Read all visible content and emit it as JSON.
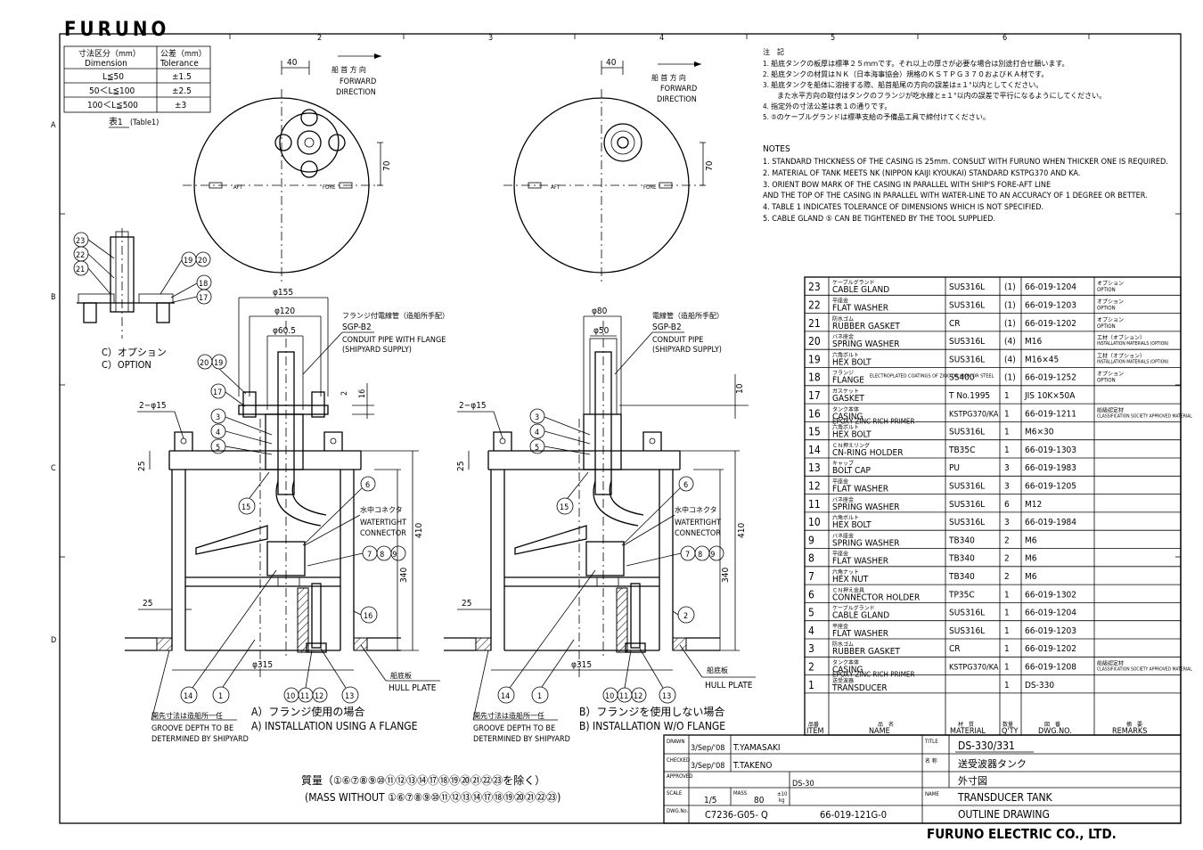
{
  "brand": {
    "logo": "FURUNO",
    "footer": "FURUNO ELECTRIC CO., LTD."
  },
  "grid": {
    "cols": [
      "2",
      "3",
      "4",
      "5",
      "6"
    ],
    "rows": [
      "A",
      "B",
      "C",
      "D"
    ]
  },
  "table1": {
    "head_ja": [
      "寸法区分（mm）",
      "公差（mm）"
    ],
    "head_en": [
      "Dimension",
      "Tolerance"
    ],
    "rows": [
      [
        "L≦50",
        "±1.5"
      ],
      [
        "50＜L≦100",
        "±2.5"
      ],
      [
        "100＜L≦500",
        "±3"
      ]
    ],
    "caption_ja": "表1",
    "caption_en": "(Table1)"
  },
  "top_view": {
    "forward_ja": "船 首 方 向",
    "forward_en1": "FORWARD",
    "forward_en2": "DIRECTION",
    "dim_40": "40",
    "dim_70": "70",
    "aft": "AFT",
    "fore": "FORE"
  },
  "option_detail": {
    "title_ja": "C）オプション",
    "title_en": "C）OPTION",
    "balloons": [
      "23",
      "22",
      "21",
      "19",
      "20",
      "18",
      "17"
    ]
  },
  "view_a": {
    "dims": [
      "φ155",
      "φ120",
      "φ60.5",
      "2",
      "16",
      "410",
      "340",
      "25",
      "25",
      "φ315",
      "2−φ15"
    ],
    "conduit_ja": "フランジ付電線管（造船所手配）",
    "conduit_code": "SGP-B2",
    "conduit_en1": "CONDUIT PIPE WITH FLANGE",
    "conduit_en2": "(SHIPYARD SUPPLY)",
    "connector_ja": "水中コネクタ",
    "connector_en1": "WATERTIGHT",
    "connector_en2": "CONNECTOR",
    "hull_ja": "船底板",
    "hull_en": "HULL PLATE",
    "groove_ja": "開先寸法は造船所一任",
    "groove_en1": "GROOVE DEPTH TO BE",
    "groove_en2": "DETERMINED BY SHIPYARD",
    "caption_ja": "A）フランジ使用の場合",
    "caption_en": "A) INSTALLATION USING A FLANGE",
    "balloons_top": [
      "20",
      "19",
      "17",
      "3",
      "4",
      "5",
      "15",
      "6",
      "789",
      "16"
    ],
    "balloons_bottom": [
      "14",
      "1",
      "10",
      "11",
      "12",
      "13"
    ]
  },
  "view_b": {
    "dims": [
      "φ80",
      "φ50",
      "10",
      "410",
      "340",
      "25",
      "25",
      "φ315",
      "2−φ15"
    ],
    "conduit_ja": "電線管（造船所手配）",
    "conduit_code": "SGP-B2",
    "conduit_en1": "CONDUIT PIPE",
    "conduit_en2": "(SHIPYARD SUPPLY)",
    "caption_ja": "B）フランジを使用しない場合",
    "caption_en": "B) INSTALLATION W/O FLANGE"
  },
  "mass_note": {
    "ja": "質量（①⑥⑦⑧⑨⑩⑪⑫⑬⑭⑰⑱⑲⑳㉑㉒㉓を除く）",
    "en": "(MASS WITHOUT ①⑥⑦⑧⑨⑩⑪⑫⑬⑭⑰⑱⑲⑳㉑㉒㉓)"
  },
  "notes_ja": {
    "title": "注　記",
    "items": [
      "1.  船底タンクの板厚は標準２５ｍｍです。それ以上の厚さが必要な場合は別途打合せ願います。",
      "2.  船底タンクの材質はＮＫ（日本海事協会）規格のＫＳＴＰＧ３７０およびＫＡ材です。",
      "3.  船底タンクを船体に溶接する際、船首船尾の方向の誤差は±１°以内としてください。",
      "　　また水平方向の取付はタンクのフランジが吃水線と±１°以内の誤差で平行になるようにしてください。",
      "4.  指定外の寸法公差は表１の通りです。",
      "5.  ⑤のケーブルグランドは標準支給の予備品工具で締付けてください。"
    ]
  },
  "notes_en": {
    "title": "NOTES",
    "items": [
      "1.  STANDARD THICKNESS OF THE CASING IS 25mm. CONSULT WITH FURUNO WHEN THICKER ONE IS REQUIRED.",
      "2.  MATERIAL OF TANK MEETS NK (NIPPON KAIJI KYOUKAI) STANDARD KSTPG370 AND KA.",
      "3.  ORIENT BOW  MARK OF THE CASING IN PARALLEL WITH SHIP'S FORE-AFT LINE",
      "     AND THE TOP OF THE CASING IN PARALLEL WITH WATER-LINE TO AN ACCURACY OF 1 DEGREE OR BETTER.",
      "4.  TABLE 1 INDICATES TOLERANCE OF DIMENSIONS WHICH IS NOT SPECIFIED.",
      "5.  CABLE GLAND ⑤ CAN BE TIGHTENED BY THE TOOL SUPPLIED."
    ]
  },
  "parts": [
    {
      "no": "23",
      "ja": "ケーブルグランド",
      "en": "CABLE GLAND",
      "mat": "SUS316L",
      "qty": "(1)",
      "dwg": "66-019-1204",
      "rem_ja": "オプション",
      "rem_en": "OPTION"
    },
    {
      "no": "22",
      "ja": "平座金",
      "en": "FLAT WASHER",
      "mat": "SUS316L",
      "qty": "(1)",
      "dwg": "66-019-1203",
      "rem_ja": "オプション",
      "rem_en": "OPTION"
    },
    {
      "no": "21",
      "ja": "防水ゴム",
      "en": "RUBBER GASKET",
      "mat": "CR",
      "qty": "(1)",
      "dwg": "66-019-1202",
      "rem_ja": "オプション",
      "rem_en": "OPTION"
    },
    {
      "no": "20",
      "ja": "バネ座金",
      "en": "SPRING WASHER",
      "mat": "SUS316L",
      "qty": "(4)",
      "dwg": "M16",
      "rem_ja": "工材（オプション）",
      "rem_en": "INSTALLATION MATERIALS (OPTION)"
    },
    {
      "no": "19",
      "ja": "六角ボルト",
      "en": "HEX BOLT",
      "mat": "SUS316L",
      "qty": "(4)",
      "dwg": "M16×45",
      "rem_ja": "工材（オプション）",
      "rem_en": "INSTALLATION MATERIALS (OPTION)"
    },
    {
      "no": "18",
      "ja": "フランジ",
      "en": "FLANGE",
      "en2": "ELECTROPLATED COATINGS OF ZINC ON IRON OR STEEL",
      "mat": "SS400",
      "qty": "(1)",
      "dwg": "66-019-1252",
      "rem_ja": "オプション",
      "rem_en": "OPTION"
    },
    {
      "no": "17",
      "ja": "ガスケット",
      "en": "GASKET",
      "mat": "T No.1995",
      "qty": "1",
      "dwg": "JIS 10K×50A",
      "rem_ja": "",
      "rem_en": ""
    },
    {
      "no": "16",
      "ja": "タンク本体",
      "en": "CASING",
      "en2": "EPOXY ZINC RICH PRIMER",
      "mat": "KSTPG370/KA",
      "qty": "1",
      "dwg": "66-019-1211",
      "rem_ja": "船級認定材",
      "rem_en": "CLASSIFICATION SOCIETY APPROVED MATERIAL"
    },
    {
      "no": "15",
      "ja": "六角ボルト",
      "en": "HEX BOLT",
      "mat": "SUS316L",
      "qty": "1",
      "dwg": "M6×30",
      "rem_ja": "",
      "rem_en": ""
    },
    {
      "no": "14",
      "ja": "ＣＮ押えリング",
      "en": "CN-RING HOLDER",
      "mat": "TB35C",
      "qty": "1",
      "dwg": "66-019-1303",
      "rem_ja": "",
      "rem_en": ""
    },
    {
      "no": "13",
      "ja": "キャップ",
      "en": "BOLT CAP",
      "mat": "PU",
      "qty": "3",
      "dwg": "66-019-1983",
      "rem_ja": "",
      "rem_en": ""
    },
    {
      "no": "12",
      "ja": "平座金",
      "en": "FLAT WASHER",
      "mat": "SUS316L",
      "qty": "3",
      "dwg": "66-019-1205",
      "rem_ja": "",
      "rem_en": ""
    },
    {
      "no": "11",
      "ja": "バネ座金",
      "en": "SPRING WASHER",
      "mat": "SUS316L",
      "qty": "6",
      "dwg": "M12",
      "rem_ja": "",
      "rem_en": ""
    },
    {
      "no": "10",
      "ja": "六角ボルト",
      "en": "HEX BOLT",
      "mat": "SUS316L",
      "qty": "3",
      "dwg": "66-019-1984",
      "rem_ja": "",
      "rem_en": ""
    },
    {
      "no": "9",
      "ja": "バネ座金",
      "en": "SPRING WASHER",
      "mat": "TB340",
      "qty": "2",
      "dwg": "M6",
      "rem_ja": "",
      "rem_en": ""
    },
    {
      "no": "8",
      "ja": "平座金",
      "en": "FLAT WASHER",
      "mat": "TB340",
      "qty": "2",
      "dwg": "M6",
      "rem_ja": "",
      "rem_en": ""
    },
    {
      "no": "7",
      "ja": "六角ナット",
      "en": "HEX NUT",
      "mat": "TB340",
      "qty": "2",
      "dwg": "M6",
      "rem_ja": "",
      "rem_en": ""
    },
    {
      "no": "6",
      "ja": "ＣＮ押え金具",
      "en": "CONNECTOR HOLDER",
      "mat": "TP35C",
      "qty": "1",
      "dwg": "66-019-1302",
      "rem_ja": "",
      "rem_en": ""
    },
    {
      "no": "5",
      "ja": "ケーブルグランド",
      "en": "CABLE GLAND",
      "mat": "SUS316L",
      "qty": "1",
      "dwg": "66-019-1204",
      "rem_ja": "",
      "rem_en": ""
    },
    {
      "no": "4",
      "ja": "平座金",
      "en": "FLAT WASHER",
      "mat": "SUS316L",
      "qty": "1",
      "dwg": "66-019-1203",
      "rem_ja": "",
      "rem_en": ""
    },
    {
      "no": "3",
      "ja": "防水ゴム",
      "en": "RUBBER GASKET",
      "mat": "CR",
      "qty": "1",
      "dwg": "66-019-1202",
      "rem_ja": "",
      "rem_en": ""
    },
    {
      "no": "2",
      "ja": "タンク本体",
      "en": "CASING",
      "en2": "EPOXY ZINC RICH PRIMER",
      "mat": "KSTPG370/KA",
      "qty": "1",
      "dwg": "66-019-1208",
      "rem_ja": "船級認定材",
      "rem_en": "CLASSIFICATION SOCIETY APPROVED MATERIAL"
    },
    {
      "no": "1",
      "ja": "送受波器",
      "en": "TRANSDUCER",
      "mat": "",
      "qty": "1",
      "dwg": "DS-330",
      "rem_ja": "",
      "rem_en": ""
    }
  ],
  "parts_header": {
    "no_ja": "品番",
    "no_en": "ITEM",
    "name_ja": "品　名",
    "name_en": "NAME",
    "mat_ja": "材　質",
    "mat_en": "MATERIAL",
    "qty_ja": "数量",
    "qty_en": "Q'TY",
    "dwg_ja": "図　番",
    "dwg_en": "DWG.NO.",
    "rem_ja": "摘　要",
    "rem_en": "REMARKS"
  },
  "title_block": {
    "drawn_label": "DRAWN",
    "drawn_date": "3/Sep/'08",
    "drawn_by": "T.YAMASAKI",
    "checked_label": "CHECKED",
    "checked_date": "3/Sep/'08",
    "checked_by": "T.TAKENO",
    "approved_label": "APPROVED",
    "scale_label": "SCALE",
    "scale": "1/5",
    "mass_label": "MASS",
    "mass": "80",
    "mass_tol": "±10",
    "mass_unit": "kg",
    "dwg_label": "DWG.No.",
    "dwg_no": "C7236-G05- Q",
    "ref_no": "66-019-121G-0",
    "title_label": "TITLE",
    "title": "DS-330/331",
    "name_ja_label": "名 称",
    "name_ja1": "送受波器タンク",
    "name_ja2": "外寸図",
    "model": "DS-30",
    "name_label": "NAME",
    "name_en1": "TRANSDUCER TANK",
    "name_en2": "OUTLINE DRAWING"
  }
}
